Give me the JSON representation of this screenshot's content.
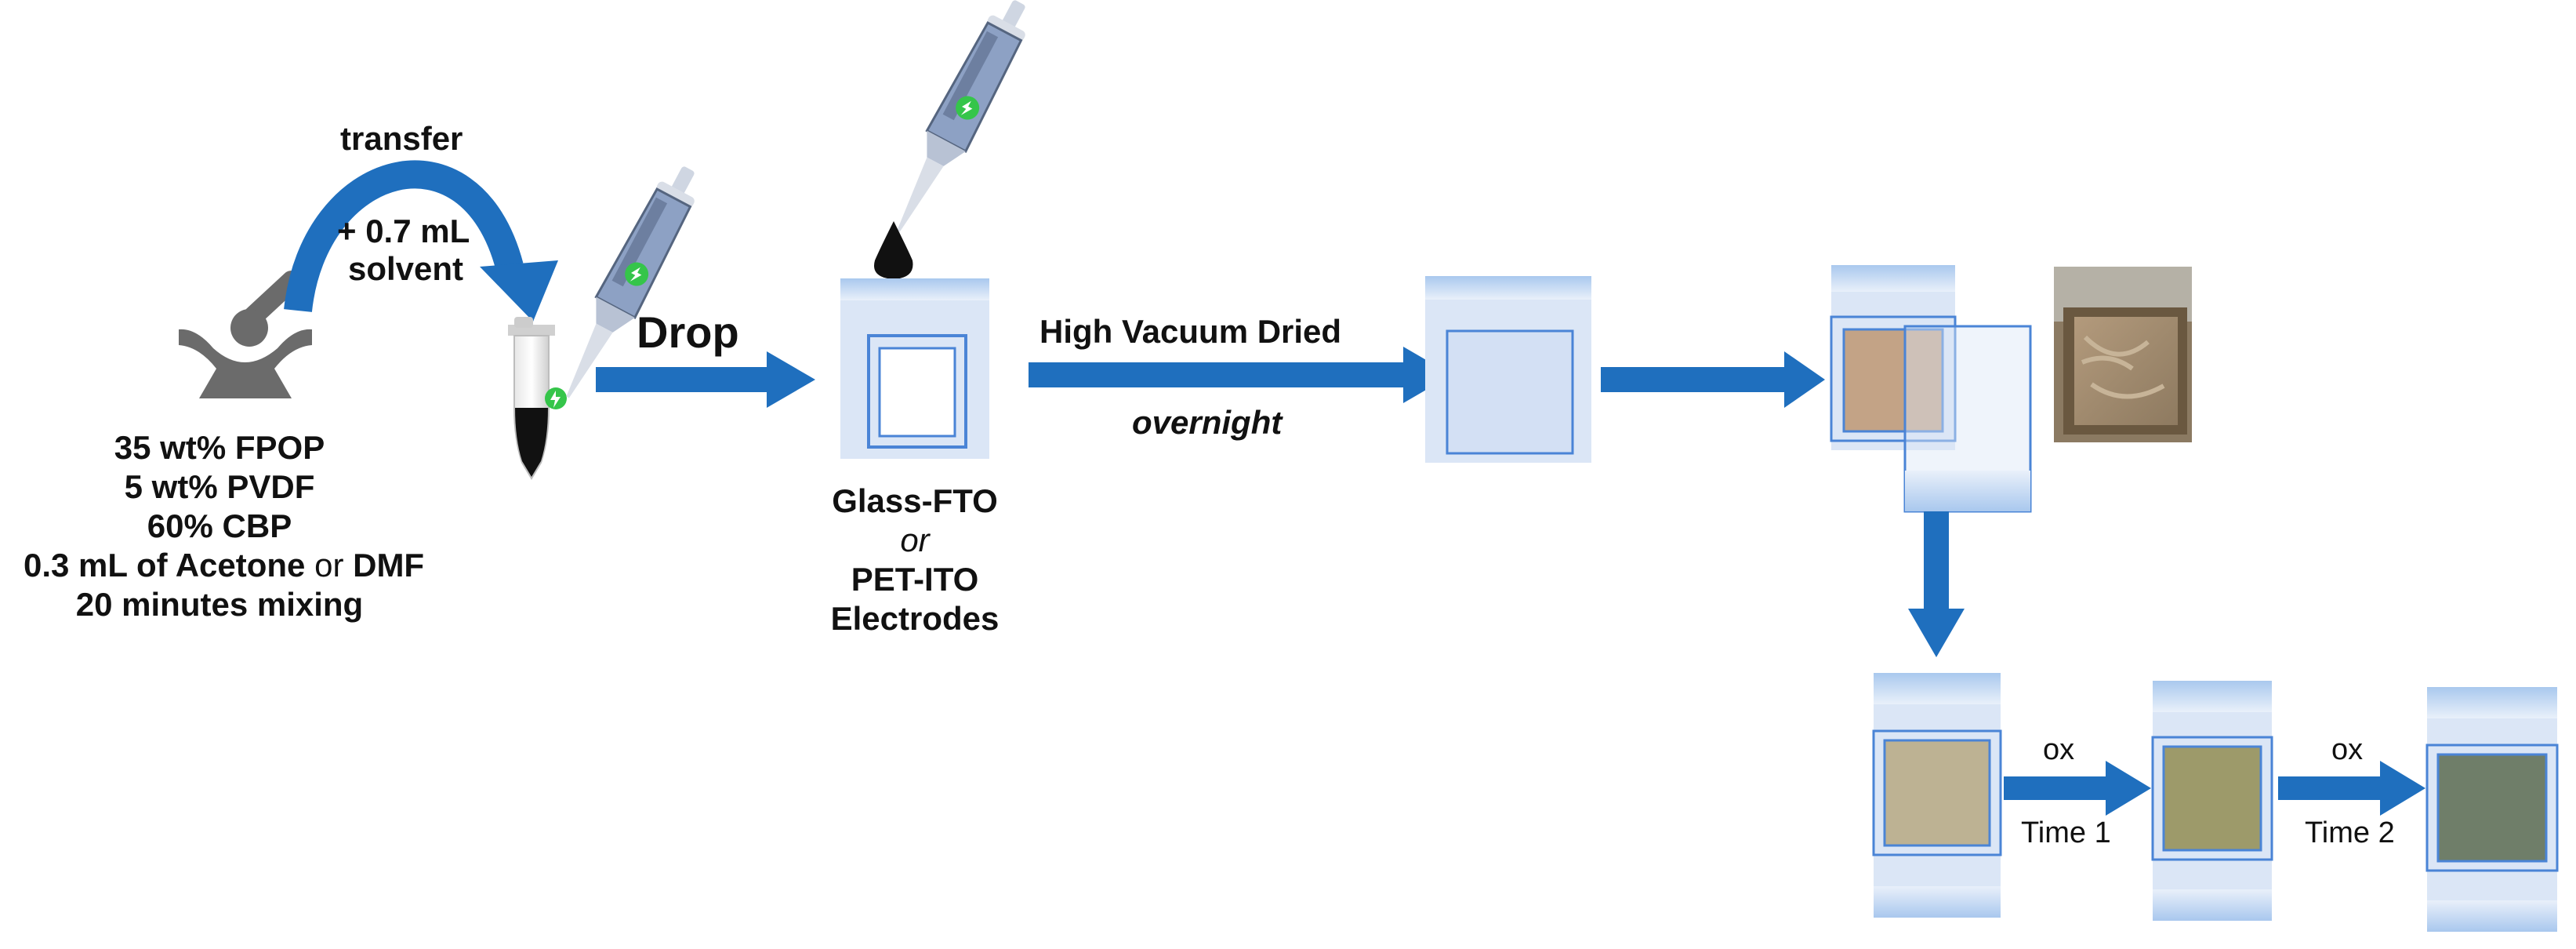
{
  "mixing": {
    "lines": [
      {
        "text": "35 wt% FPOP"
      },
      {
        "text": "5 wt% PVDF"
      },
      {
        "text": "60% CBP"
      },
      {
        "a": "0.3 mL of Acetone",
        "b": " or ",
        "c": "DMF"
      },
      {
        "text": "20 minutes mixing"
      }
    ]
  },
  "transfer": {
    "label": "transfer",
    "solvent_line1": "+ 0.7 mL",
    "solvent_line2": "solvent"
  },
  "drop_label": "Drop",
  "electrodes": {
    "line1": "Glass-FTO",
    "line2": "or",
    "line3": "PET-ITO",
    "line4": "Electrodes"
  },
  "drying": {
    "label": "High Vacuum Dried",
    "sublabel": "overnight"
  },
  "oxidation": [
    {
      "top": "ox",
      "bottom": "Time 1"
    },
    {
      "top": "ox",
      "bottom": "Time 2"
    }
  ],
  "colors": {
    "arrow": "#1f6fbe",
    "electrode_fill": "#dbe6f6",
    "electrode_border": "#4a84d6",
    "film_initial": "#c3a386",
    "film_ox0": "#bdb293",
    "film_ox1": "#9d9a6a",
    "film_ox2": "#6f7e69",
    "drop": "#111111",
    "mortar": "#6b6b6b",
    "pipette_body": "#8da1c4",
    "pipette_dark": "#55657f",
    "pipette_button": "#35c54a"
  },
  "icons": [
    "mortar-pestle-icon",
    "pipette-icon",
    "microtube-icon",
    "ink-drop-icon",
    "film-photo"
  ]
}
